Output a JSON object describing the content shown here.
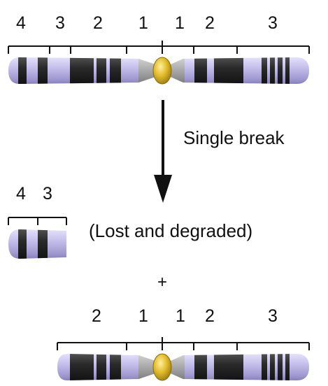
{
  "top_chromosome": {
    "region_labels": [
      "4",
      "3",
      "2",
      "1",
      "1",
      "2",
      "3"
    ]
  },
  "arrow": {
    "label": "Single break"
  },
  "lost_fragment": {
    "region_labels": [
      "4",
      "3"
    ],
    "caption": "(Lost and degraded)"
  },
  "plus_sign": "+",
  "remaining_chromosome": {
    "region_labels": [
      "2",
      "1",
      "1",
      "2",
      "3"
    ]
  },
  "colors": {
    "chromosome_body": "#c8c4ee",
    "band_dark": "#2a2a2a",
    "centromere": "#d9b21c",
    "line": "#111111"
  }
}
